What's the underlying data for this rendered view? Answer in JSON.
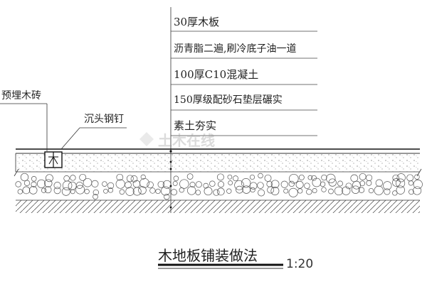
{
  "layers": [
    "30厚木板",
    "沥青脂二遍,刷冷底子油一道",
    "100厚C10混凝土",
    "150厚级配砂石垫层碾实",
    "素土夯实"
  ],
  "callouts": {
    "wood_block": "预埋木砖",
    "nail": "沉头钢钉"
  },
  "title": "木地板铺装做法",
  "scale": "1:20",
  "watermark": "土木在线"
}
